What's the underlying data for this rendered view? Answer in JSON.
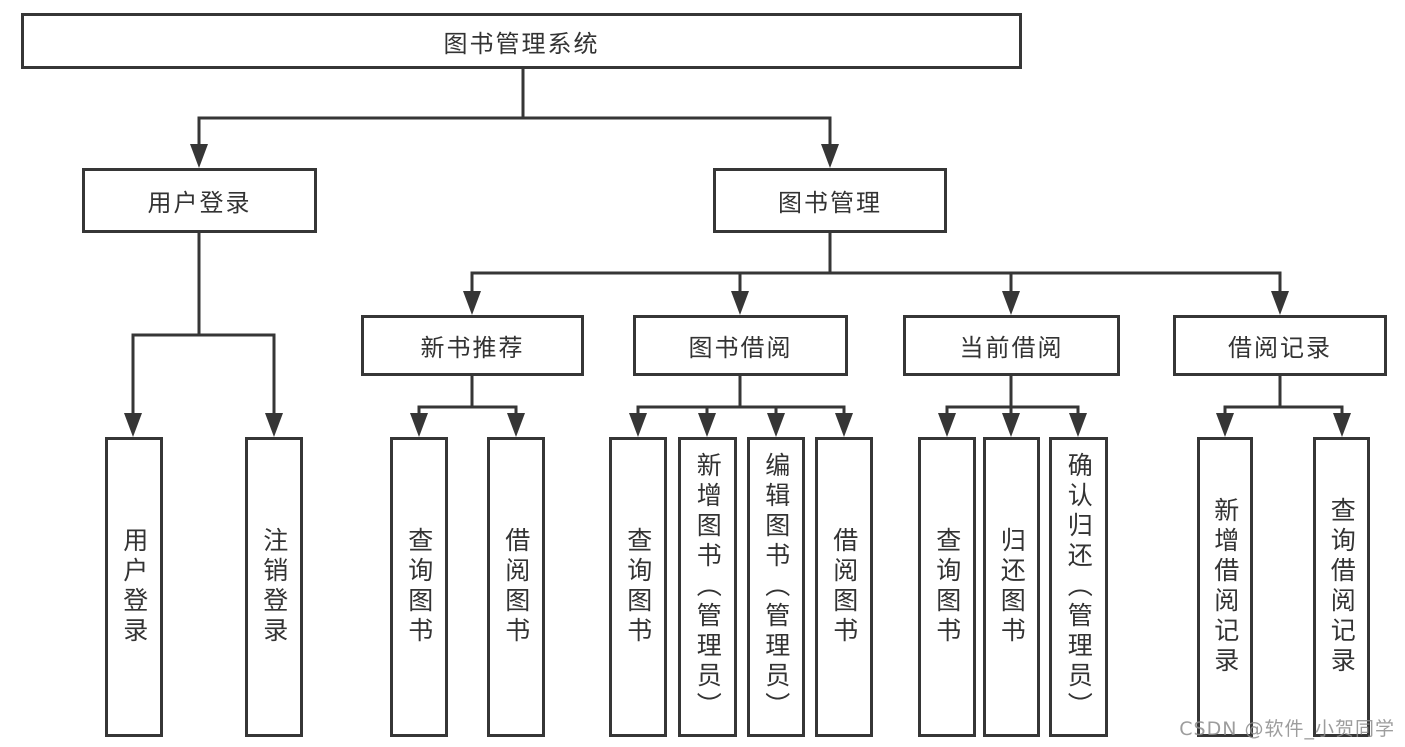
{
  "diagram": {
    "root": "图书管理系统",
    "branches": [
      {
        "label": "用户登录",
        "children": [
          "用户登录",
          "注销登录"
        ]
      },
      {
        "label": "图书管理",
        "children": [
          {
            "label": "新书推荐",
            "children": [
              "查询图书",
              "借阅图书"
            ]
          },
          {
            "label": "图书借阅",
            "children": [
              "查询图书",
              "新增图书（管理员）",
              "编辑图书（管理员）",
              "借阅图书"
            ]
          },
          {
            "label": "当前借阅",
            "children": [
              "查询图书",
              "归还图书",
              "确认归还（管理员）"
            ]
          },
          {
            "label": "借阅记录",
            "children": [
              "新增借阅记录",
              "查询借阅记录"
            ]
          }
        ]
      }
    ],
    "colors": {
      "line": "#363636",
      "box_border": "#363636",
      "text": "#333333",
      "background": "#ffffff",
      "watermark": "#8c8c8c"
    }
  },
  "watermark": {
    "text": "CSDN @软件_小贺同学"
  }
}
